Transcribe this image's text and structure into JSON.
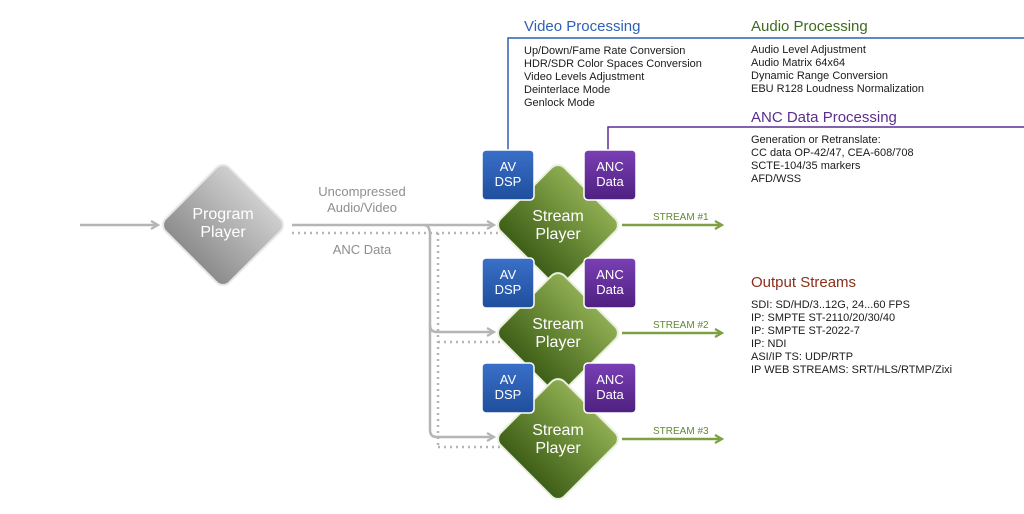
{
  "program_player": {
    "label_line1": "Program",
    "label_line2": "Player"
  },
  "flow": {
    "uncompressed_line1": "Uncompressed",
    "uncompressed_line2": "Audio/Video",
    "anc": "ANC Data"
  },
  "stream_players": [
    {
      "line1": "Stream",
      "line2": "Player",
      "stream": "STREAM #1",
      "av": {
        "line1": "AV",
        "line2": "DSP"
      },
      "anc": {
        "line1": "ANC",
        "line2": "Data"
      }
    },
    {
      "line1": "Stream",
      "line2": "Player",
      "stream": "STREAM #2",
      "av": {
        "line1": "AV",
        "line2": "DSP"
      },
      "anc": {
        "line1": "ANC",
        "line2": "Data"
      }
    },
    {
      "line1": "Stream",
      "line2": "Player",
      "stream": "STREAM #3",
      "av": {
        "line1": "AV",
        "line2": "DSP"
      },
      "anc": {
        "line1": "ANC",
        "line2": "Data"
      }
    }
  ],
  "video_processing": {
    "title": "Video Processing",
    "items": [
      "Up/Down/Fame Rate Conversion",
      "HDR/SDR Color Spaces Conversion",
      "Video Levels Adjustment",
      "Deinterlace Mode",
      "Genlock Mode"
    ]
  },
  "audio_processing": {
    "title": "Audio Processing",
    "items": [
      "Audio Level Adjustment",
      "Audio Matrix 64x64",
      "Dynamic Range Conversion",
      "EBU R128 Loudness Normalization"
    ]
  },
  "anc_processing": {
    "title": "ANC Data Processing",
    "items": [
      "Generation or Retranslate:",
      "CC data OP-42/47, CEA-608/708",
      "SCTE-104/35 markers",
      "AFD/WSS"
    ]
  },
  "output_streams": {
    "title": "Output Streams",
    "items": [
      "SDI: SD/HD/3..12G, 24...60 FPS",
      "IP: SMPTE ST-2110/20/30/40",
      "IP: SMPTE ST-2022-7",
      "IP: NDI",
      "ASI/IP TS: UDP/RTP",
      "IP WEB STREAMS: SRT/HLS/RTMP/Zixi"
    ]
  },
  "colors": {
    "video": "#2f5fb3",
    "audio": "#3f6b1f",
    "anc": "#5b2d91",
    "output": "#8b2f1a",
    "green_stream": "#5f8a2f",
    "gray_flow": "#b5b5b5"
  }
}
